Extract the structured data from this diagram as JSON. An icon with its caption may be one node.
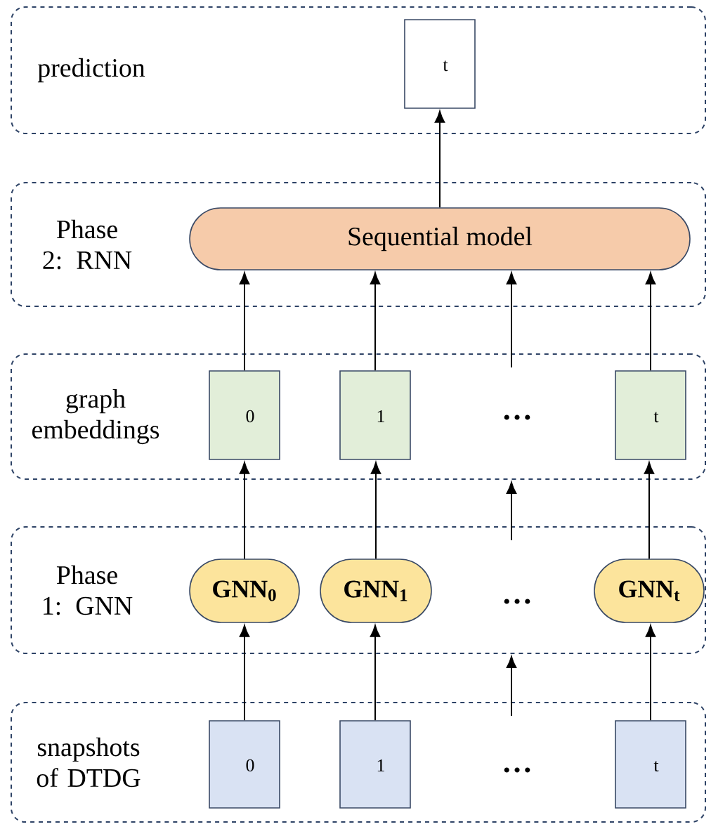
{
  "diagram": {
    "nodes": [
      {
        "text": [
          "prediction"
        ]
      },
      {
        "text": [
          "t"
        ],
        "in": 0
      },
      {
        "text": [
          "Phase 2: RNN"
        ]
      },
      {
        "text": [
          "Sequential model"
        ],
        "in": 2
      },
      {
        "text": [
          "graph embeddings"
        ]
      },
      {
        "text": [
          "0"
        ],
        "in": 4
      },
      {
        "text": [
          "1"
        ],
        "in": 4
      },
      {
        "text": [
          "t"
        ],
        "in": 4
      },
      {
        "text": [
          "Phase 1: GNN"
        ]
      },
      {
        "text": [
          "GNN$_{0}$"
        ],
        "in": 8
      },
      {
        "text": [
          "GNN$_{1}$"
        ],
        "in": 8
      },
      {
        "text": [
          "GNN$_{t}$"
        ],
        "in": 8
      },
      {
        "text": [
          "snapshots of DTDG"
        ]
      },
      {
        "text": [
          "0"
        ],
        "in": 12
      },
      {
        "text": [
          "1"
        ],
        "in": 12
      },
      {
        "text": [
          "t"
        ],
        "in": 12
      }
    ],
    "edges": [
      {
        "from": 3,
        "to": 1,
        "arrow": "to"
      },
      {
        "from": 5,
        "to": 3,
        "arrow": "to"
      },
      {
        "from": 6,
        "to": 3,
        "arrow": "to"
      },
      {
        "from": 4,
        "to": 3,
        "arrow": "to"
      },
      {
        "from": 7,
        "to": 3,
        "arrow": "to"
      },
      {
        "from": 9,
        "to": 5,
        "arrow": "to"
      },
      {
        "from": 10,
        "to": 6,
        "arrow": "to"
      },
      {
        "from": 8,
        "to": 4,
        "arrow": "to"
      },
      {
        "from": 11,
        "to": 7,
        "arrow": "to"
      },
      {
        "from": 13,
        "to": 9,
        "arrow": "to"
      },
      {
        "from": 14,
        "to": 10,
        "arrow": "to"
      },
      {
        "from": 12,
        "to": 8,
        "arrow": "to"
      },
      {
        "from": 15,
        "to": 11,
        "arrow": "to"
      }
    ],
    "labels": [
      "…",
      "…",
      "…"
    ]
  }
}
